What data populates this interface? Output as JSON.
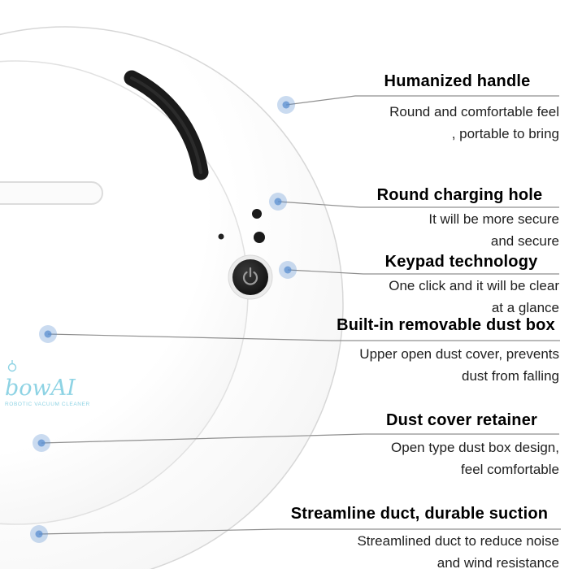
{
  "brand": {
    "name": "bowAI",
    "tagline": "ROBOTIC VACUUM CLEANER"
  },
  "callouts": [
    {
      "title": "Humanized handle",
      "lines": [
        "Round and comfortable feel",
        ", portable to bring"
      ]
    },
    {
      "title": "Round charging hole",
      "lines": [
        "It will be more secure",
        "and secure"
      ]
    },
    {
      "title": "Keypad technology",
      "lines": [
        "One click and it will be clear",
        "at a glance"
      ]
    },
    {
      "title": "Built-in removable dust box",
      "lines": [
        "Upper open dust cover, prevents",
        "dust from falling"
      ]
    },
    {
      "title": "Dust cover retainer",
      "lines": [
        "Open type dust box design,",
        "feel comfortable"
      ]
    },
    {
      "title": "Streamline duct, durable suction",
      "lines": [
        "Streamlined duct to reduce noise",
        "and wind resistance"
      ]
    }
  ],
  "icons": {
    "power_button": "power-icon",
    "brand_mark": "antenna-circle-icon"
  },
  "colors": {
    "accent_dot": "#5b8fd0",
    "line": "#8f8f8f",
    "brand": "#8ed3e4",
    "handle": "#1a1a1a",
    "button": "#1c1c1c"
  }
}
